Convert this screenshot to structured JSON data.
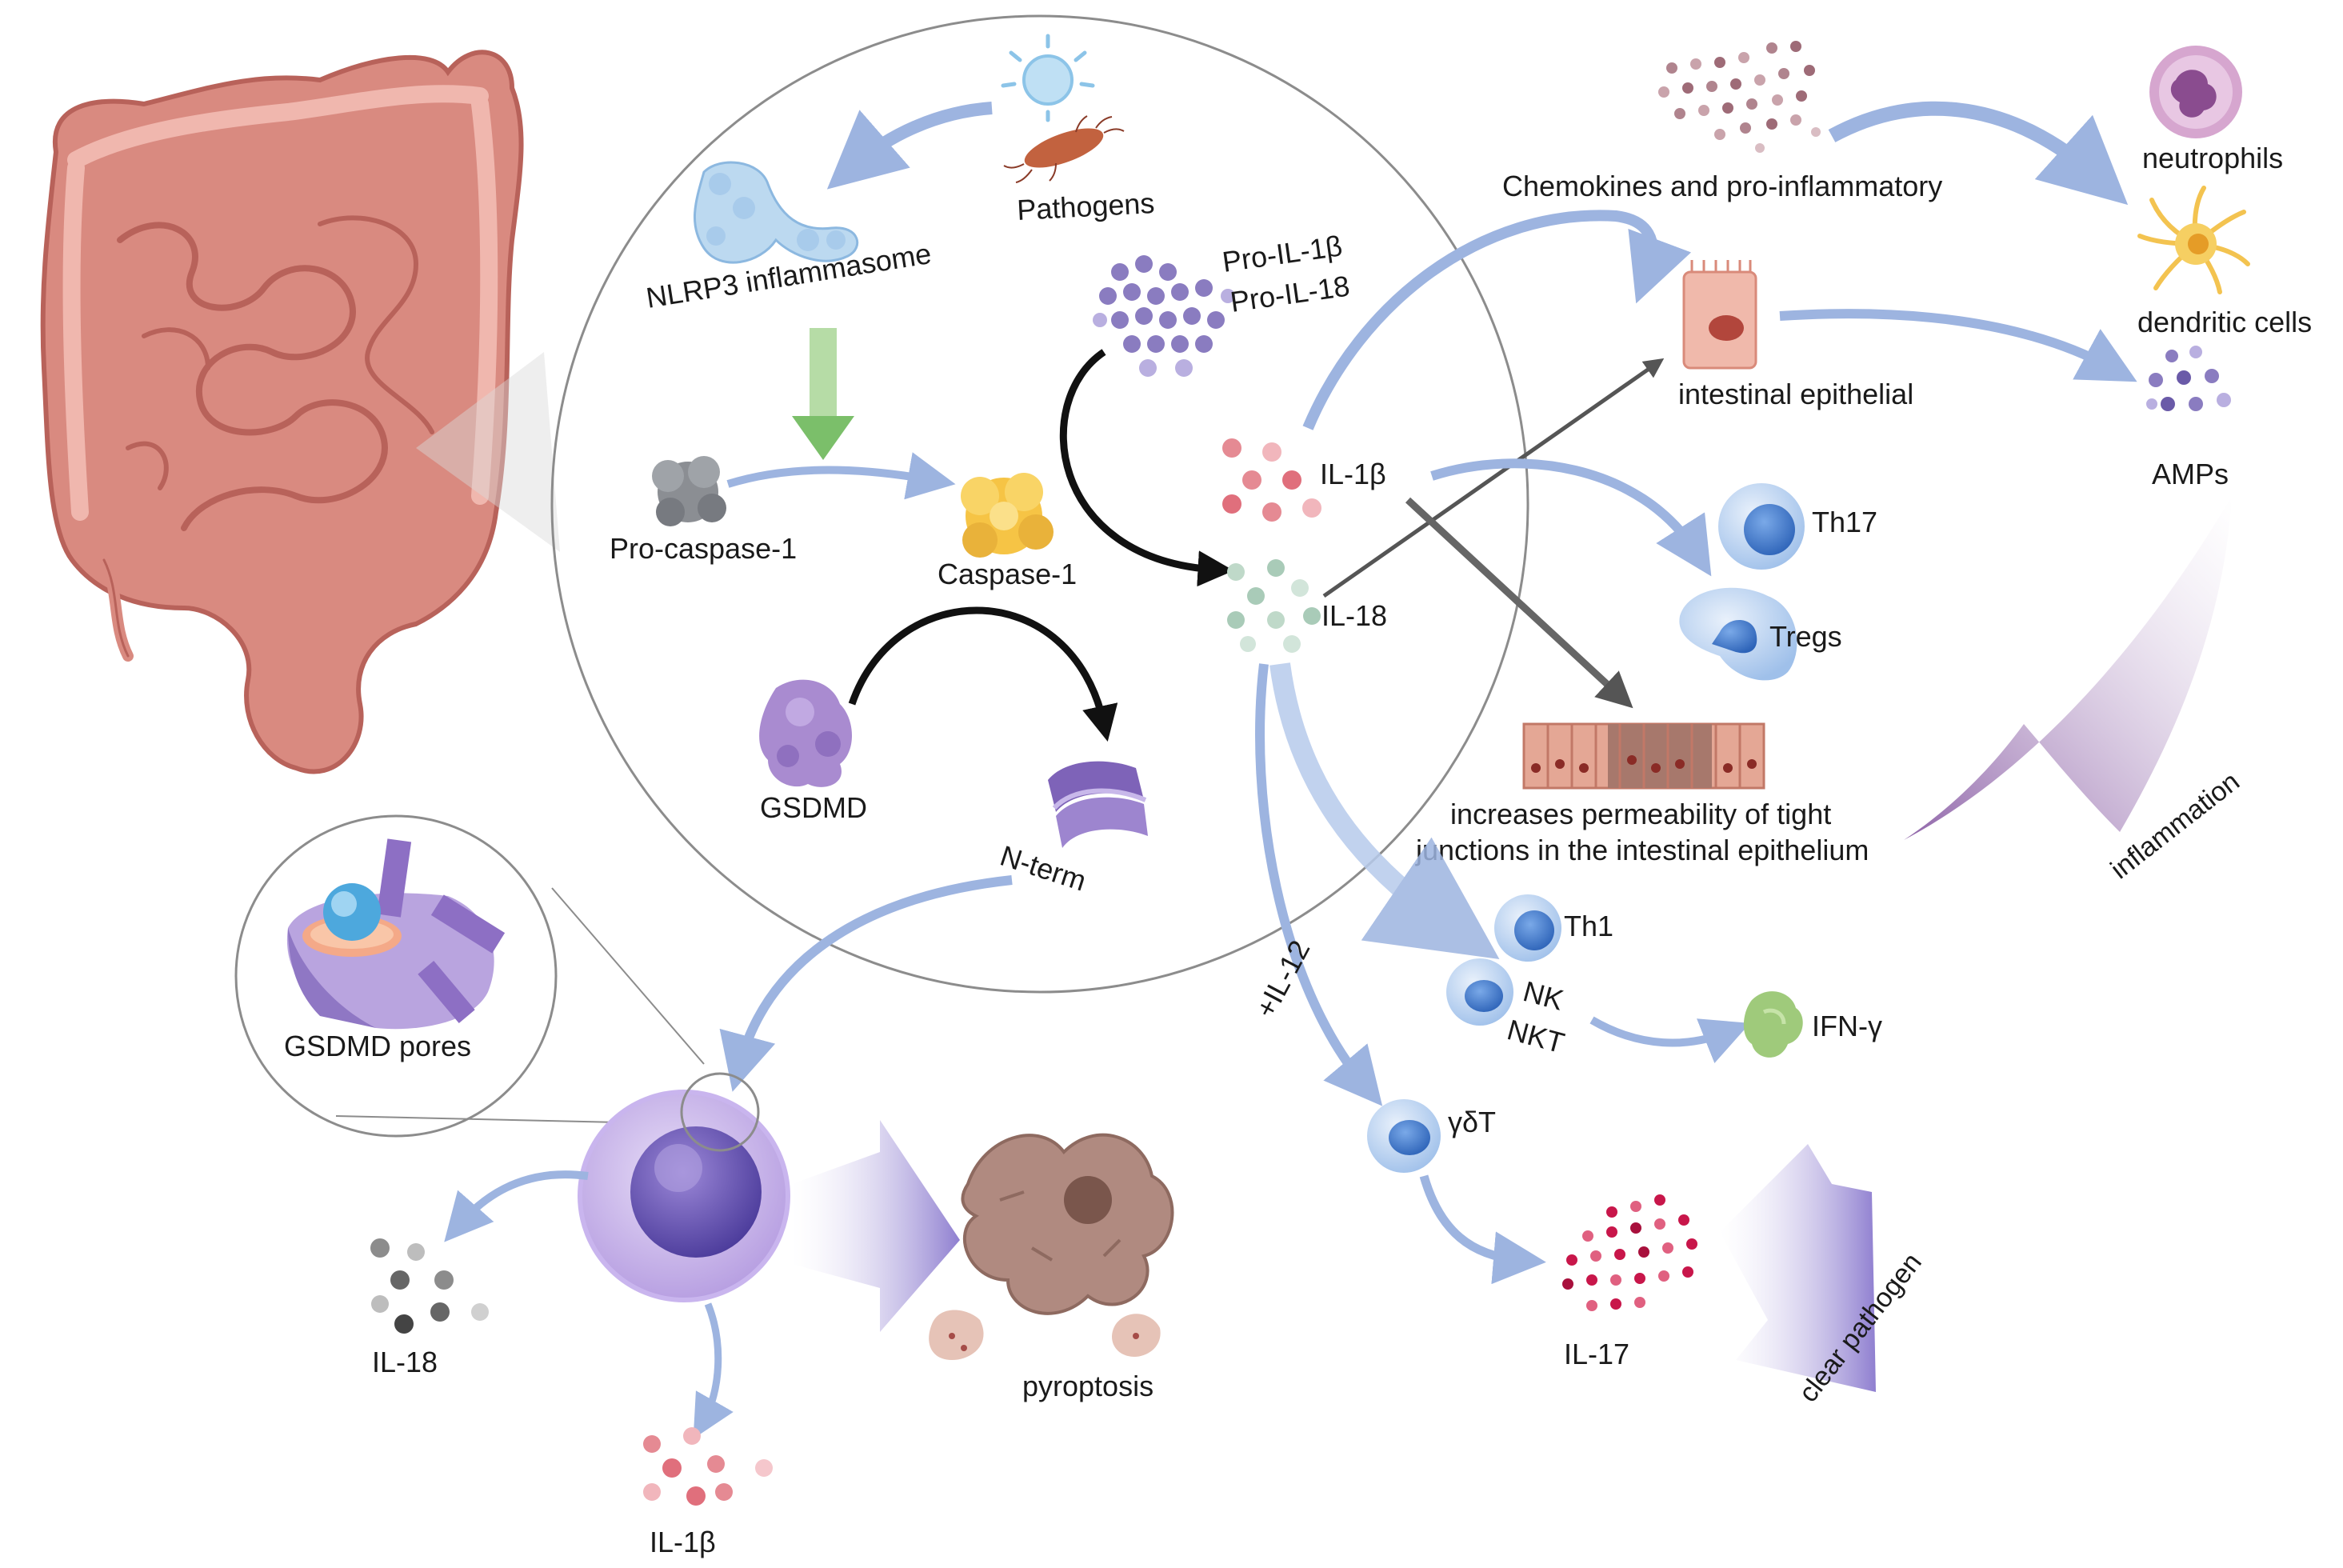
{
  "labels": {
    "pathogens": "Pathogens",
    "nlrp3": "NLRP3 inflammasome",
    "pro_caspase1": "Pro-caspase-1",
    "caspase1": "Caspase-1",
    "pro_il1b": "Pro-IL-1β",
    "pro_il18": "Pro-IL-18",
    "il1b": "IL-1β",
    "il18": "IL-18",
    "gsdmd": "GSDMD",
    "nterm": "N-term",
    "gsdmd_pores": "GSDMD pores",
    "pyroptosis": "pyroptosis",
    "il18_out": "IL-18",
    "il1b_out": "IL-1β",
    "chemokines": "Chemokines and pro-inflammatory",
    "neutrophils": "neutrophils",
    "dendritic": "dendritic cells",
    "amps": "AMPs",
    "epithelial": "intestinal epithelial",
    "th17": "Th17",
    "tregs": "Tregs",
    "permeability_1": "increases permeability of tight",
    "permeability_2": "junctions in the intestinal epithelium",
    "inflammation": "inflammation",
    "th1": "Th1",
    "nk": "NK",
    "nkt": "NKT",
    "ifng": "IFN-γ",
    "il12": "+IL-12",
    "gdt": "γδT",
    "il17": "IL-17",
    "clear": "clear pathogen"
  },
  "colors": {
    "blue_arrow": "#9db4e0",
    "black_arrow": "#111111",
    "green_arrow": "#7bbf6a",
    "purple_arrow": "#a79ad8",
    "intestine": "#d9847a",
    "intestine_dark": "#b85c55",
    "cell_blue": "#4f86d6",
    "caspase_yellow": "#f6c445",
    "gsdmd_purple": "#a98bd0",
    "il1b_red": "#e06f7c",
    "il18_green": "#a9cbb8",
    "il17_red": "#c8164a"
  },
  "icons": [
    "intestine-icon",
    "pathogen-icon",
    "nlrp3-icon",
    "pro-caspase-icon",
    "caspase-icon",
    "gsdmd-icon",
    "nterm-icon",
    "gsdmd-pore-icon",
    "macrophage-icon",
    "pyroptosis-icon",
    "neutrophil-icon",
    "dendritic-cell-icon",
    "epithelial-cell-icon",
    "t-cell-icon",
    "ifng-icon",
    "tight-junction-icon"
  ]
}
